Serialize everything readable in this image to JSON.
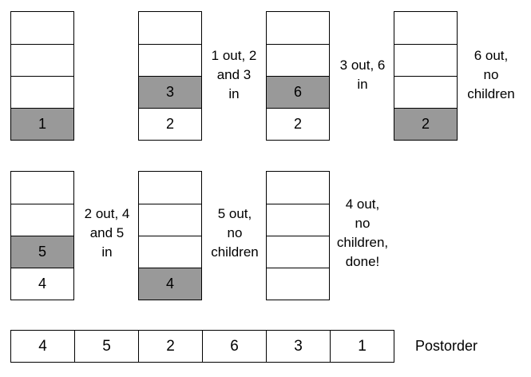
{
  "stacks": [
    {
      "cells": [
        "",
        "",
        "",
        "1"
      ],
      "highlight_index": 3
    },
    {
      "cells": [
        "",
        "",
        "3",
        "2"
      ],
      "highlight_index": 2
    },
    {
      "cells": [
        "",
        "",
        "6",
        "2"
      ],
      "highlight_index": 2
    },
    {
      "cells": [
        "",
        "",
        "",
        "2"
      ],
      "highlight_index": 3
    },
    {
      "cells": [
        "",
        "",
        "5",
        "4"
      ],
      "highlight_index": 2
    },
    {
      "cells": [
        "",
        "",
        "",
        "4"
      ],
      "highlight_index": 3
    },
    {
      "cells": [
        "",
        "",
        "",
        ""
      ],
      "highlight_index": null
    }
  ],
  "notes": [
    [
      "1 out, 2",
      "and 3",
      "in"
    ],
    [
      "3 out, 6",
      "in"
    ],
    [
      "6 out,",
      "no",
      "children"
    ],
    [
      "2 out, 4",
      "and 5",
      "in"
    ],
    [
      "5 out,",
      "no",
      "children"
    ],
    [
      "4 out,",
      "no",
      "children,",
      "done!"
    ]
  ],
  "result": {
    "values": [
      "4",
      "5",
      "2",
      "6",
      "3",
      "1"
    ],
    "label": "Postorder"
  },
  "colors": {
    "highlight": "#999999",
    "border": "#000000",
    "background": "#ffffff"
  }
}
